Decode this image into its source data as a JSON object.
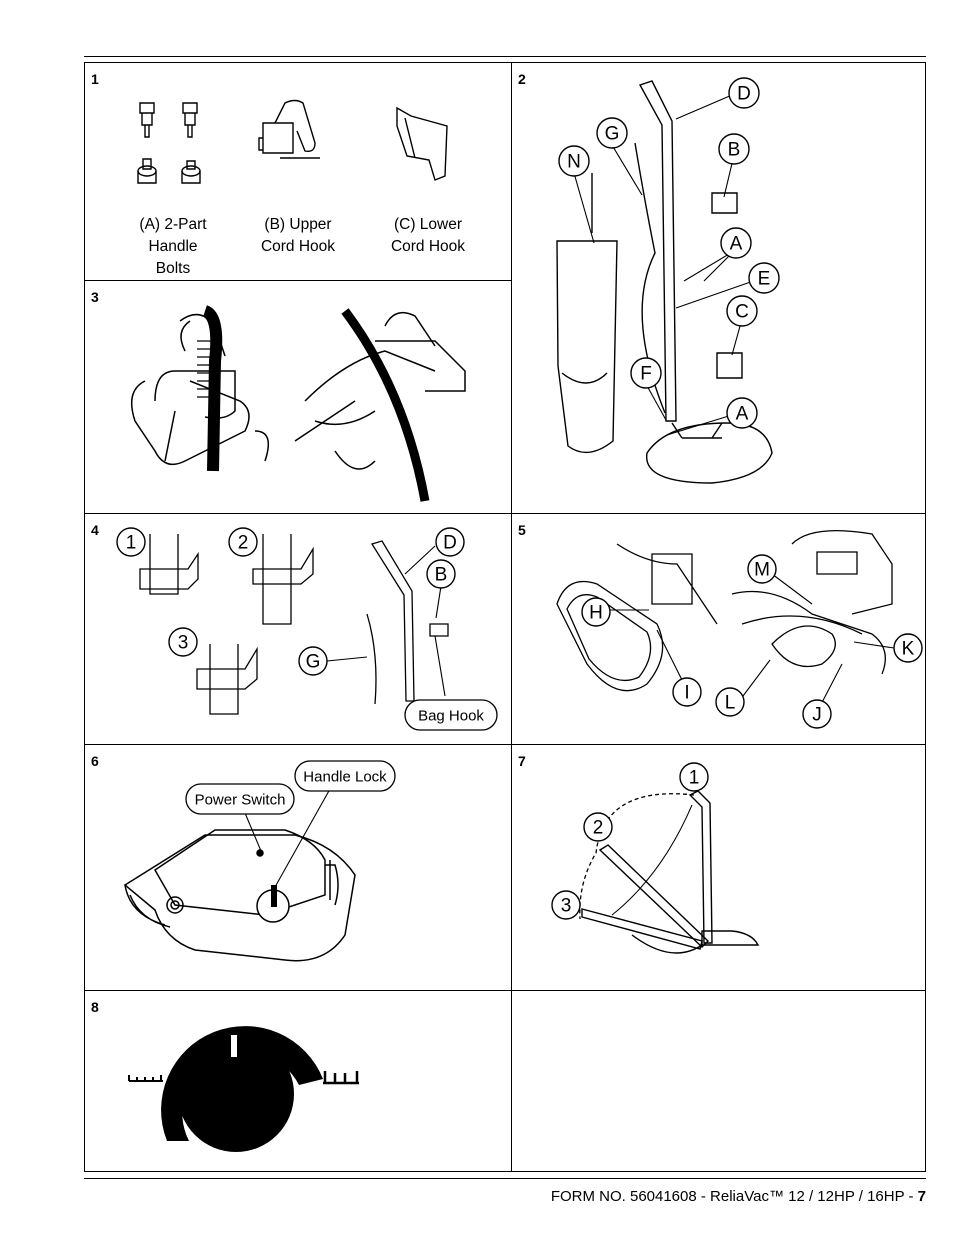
{
  "panels": {
    "p1": {
      "num": "1",
      "captions": [
        [
          "(A) 2-Part",
          "Handle",
          "Bolts"
        ],
        [
          "(B) Upper",
          "Cord Hook"
        ],
        [
          "(C) Lower",
          "Cord Hook"
        ]
      ]
    },
    "p2": {
      "num": "2",
      "labels": [
        "D",
        "G",
        "N",
        "B",
        "A",
        "E",
        "C",
        "F",
        "A"
      ]
    },
    "p3": {
      "num": "3"
    },
    "p4": {
      "num": "4",
      "steps": [
        "1",
        "2",
        "3"
      ],
      "labels": [
        "D",
        "B",
        "G"
      ],
      "bag_hook": "Bag Hook"
    },
    "p5": {
      "num": "5",
      "labels": [
        "H",
        "I",
        "M",
        "K",
        "L",
        "J"
      ]
    },
    "p6": {
      "num": "6",
      "power_switch": "Power Switch",
      "handle_lock": "Handle Lock"
    },
    "p7": {
      "num": "7",
      "positions": [
        "1",
        "2",
        "3"
      ]
    },
    "p8": {
      "num": "8"
    }
  },
  "footer": {
    "text": "FORM NO. 56041608 - ReliaVac™ 12 / 12HP / 16HP - ",
    "page": "7"
  }
}
